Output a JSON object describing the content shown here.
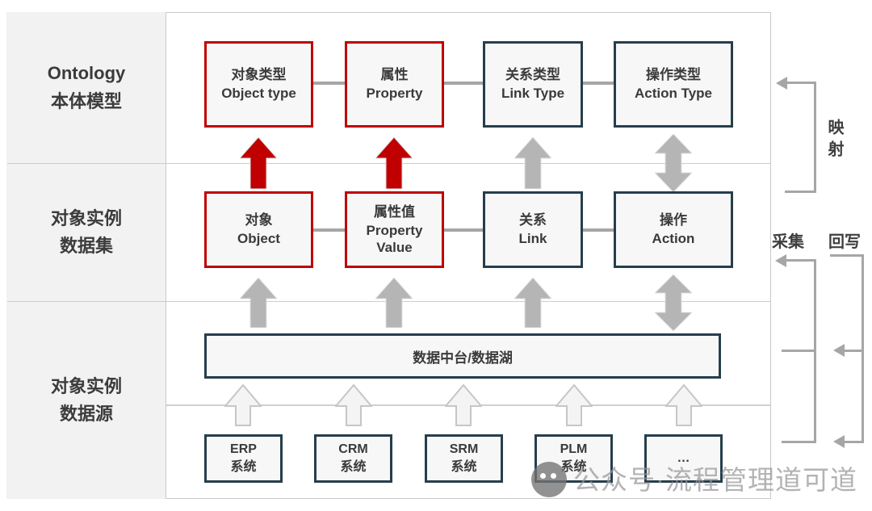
{
  "colors": {
    "red_accent": "#c00000",
    "dark_teal": "#263e4c",
    "gray_arrow": "#b5b5b5",
    "box_fill": "#f7f7f7",
    "sidebar_bg": "#f2f2f2",
    "bracket_gray": "#a6a6a6"
  },
  "sidebar": {
    "rows": [
      {
        "line1": "Ontology",
        "line2": "本体模型"
      },
      {
        "line1": "对象实例",
        "line2": "数据集"
      },
      {
        "line1": "对象实例",
        "line2": "数据源"
      }
    ]
  },
  "ontology_row": {
    "boxes": [
      {
        "zh": "对象类型",
        "en": "Object type"
      },
      {
        "zh": "属性",
        "en": "Property"
      },
      {
        "zh": "关系类型",
        "en": "Link Type"
      },
      {
        "zh": "操作类型",
        "en": "Action Type"
      }
    ]
  },
  "instance_row": {
    "boxes": [
      {
        "zh": "对象",
        "en": "Object"
      },
      {
        "zh": "属性值",
        "en": "Property\nValue"
      },
      {
        "zh": "关系",
        "en": "Link"
      },
      {
        "zh": "操作",
        "en": "Action"
      }
    ]
  },
  "platform_bar": {
    "label": "数据中台/数据湖"
  },
  "source_row": {
    "boxes": [
      {
        "line1": "ERP",
        "line2": "系统"
      },
      {
        "line1": "CRM",
        "line2": "系统"
      },
      {
        "line1": "SRM",
        "line2": "系统"
      },
      {
        "line1": "PLM",
        "line2": "系统"
      },
      {
        "line1": "…"
      }
    ]
  },
  "annotations": {
    "mapping": "映射",
    "collect": "采集",
    "writeback": "回写"
  },
  "watermark": {
    "text": "公众号·流程管理道可道"
  }
}
